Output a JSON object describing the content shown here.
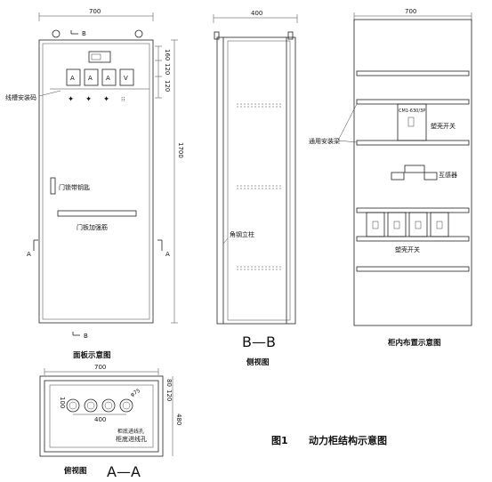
{
  "front_view": {
    "width_dim": "700",
    "height_dim": "1700",
    "section_b_label": "B",
    "section_a_left": "A",
    "section_a_right": "A",
    "section_b_bottom": "B",
    "meter_heights": [
      "160",
      "120",
      "120"
    ],
    "label_wireway": "线槽安装码",
    "label_lock": "门锁带钥匙",
    "label_reinforce": "门板加强筋",
    "caption": "面板示意图"
  },
  "side_view": {
    "width_dim": "400",
    "label_angle_steel": "角钢立柱",
    "section_title": "B—B",
    "caption": "侧视图"
  },
  "layout_view": {
    "width_dim": "700",
    "label_rail": "通用安装梁",
    "label_breaker_top": "塑壳开关",
    "label_breaker_bottom": "塑壳开关",
    "label_ct": "互感器",
    "breaker_model": "CM1-630/3P",
    "caption": "柜内布置示意图"
  },
  "bottom_view": {
    "width_dim": "700",
    "depth_dim": "480",
    "hole_spacing": "400",
    "offset_dim": "100",
    "side_dims": [
      "80",
      "120"
    ],
    "label_entry": "柜底进线孔",
    "label_note1": "柜底进线孔",
    "label_hole_dia": "φ75",
    "caption": "俯视图",
    "section_title": "A—A"
  },
  "figure": {
    "number": "图1",
    "title": "动力柜结构示意图"
  }
}
